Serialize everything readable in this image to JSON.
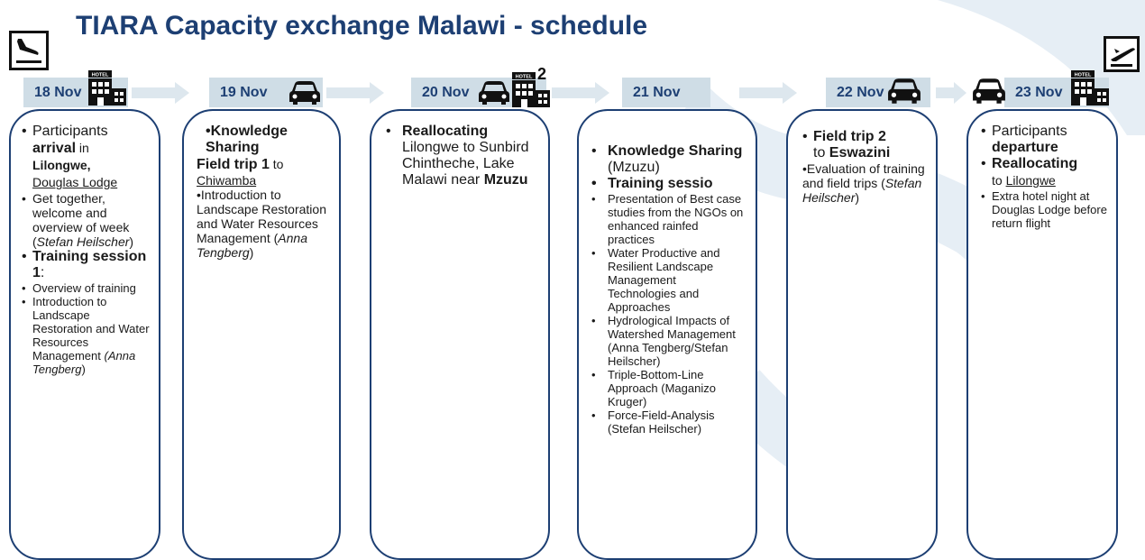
{
  "title": "TIARA Capacity exchange Malawi - schedule",
  "colors": {
    "navy": "#1d3f73",
    "tab": "#cfdde6",
    "arrow": "#dde7ee",
    "swirl": "#e6eef5"
  },
  "days": [
    {
      "date": "18 Nov",
      "icons": [
        "hotel-icon"
      ]
    },
    {
      "date": "19 Nov",
      "icons": [
        "car-icon"
      ]
    },
    {
      "date": "20 Nov",
      "icons": [
        "car-icon",
        "hotel-icon"
      ],
      "hotel_badge": "2"
    },
    {
      "date": "21 Nov",
      "icons": []
    },
    {
      "date": "22 Nov",
      "icons": [
        "car-icon"
      ]
    },
    {
      "date": "23 Nov",
      "icons": [
        "car-icon",
        "hotel-icon"
      ]
    }
  ],
  "hotel_label": "HOTEL",
  "d1": {
    "a1": "Participants ",
    "a2": "arrival",
    "a3": " in",
    "a4": "Lilongwe,",
    "a5": "Douglas Lodge",
    "b1": "Get together, welcome and overview of week (",
    "b2": "Stefan Heilscher",
    "b3": ")",
    "c1": "Training session 1",
    "c2": ":",
    "d": "Overview of training",
    "e1": "Introduction to Landscape Restoration and Water Resources Management ",
    "e2": "(Anna Tengberg",
    "e3": ")"
  },
  "d2": {
    "a": "•Knowledge Sharing",
    "b1": "Field trip 1",
    "b2": " to",
    "b3": "Chiwamba",
    "c1": "•Introduction to Landscape Restoration and Water Resources Management (",
    "c2": "Anna Tengberg",
    "c3": ")"
  },
  "d3": {
    "a1": "Reallocating",
    "a2": " Lilongwe to Sunbird Chintheche, Lake Malawi near ",
    "a3": "Mzuzu"
  },
  "d4": {
    "a1": "Knowledge Sharing",
    "a2": " (Mzuzu)",
    "b": "Training sessio",
    "c": "Presentation of Best case studies from the NGOs on enhanced rainfed practices",
    "d": "Water Productive and Resilient Landscape Management Technologies and Approaches",
    "e": "Hydrological Impacts of Watershed Management (Anna Tengberg/Stefan Heilscher)",
    "f": "Triple-Bottom-Line Approach (Maganizo Kruger)",
    "g": "Force-Field-Analysis (Stefan Heilscher)"
  },
  "d5": {
    "a1": "Field trip 2",
    "a2": "to ",
    "a3": "Eswazini",
    "b1": "•Evaluation of training and field trips (",
    "b2": "Stefan Heilscher",
    "b3": ")"
  },
  "d6": {
    "a1": "Participants ",
    "a2": "departure",
    "b1": "Reallocating",
    "b2": "to ",
    "b3": "Lilongwe",
    "c": "Extra hotel night at Douglas Lodge before return flight"
  }
}
